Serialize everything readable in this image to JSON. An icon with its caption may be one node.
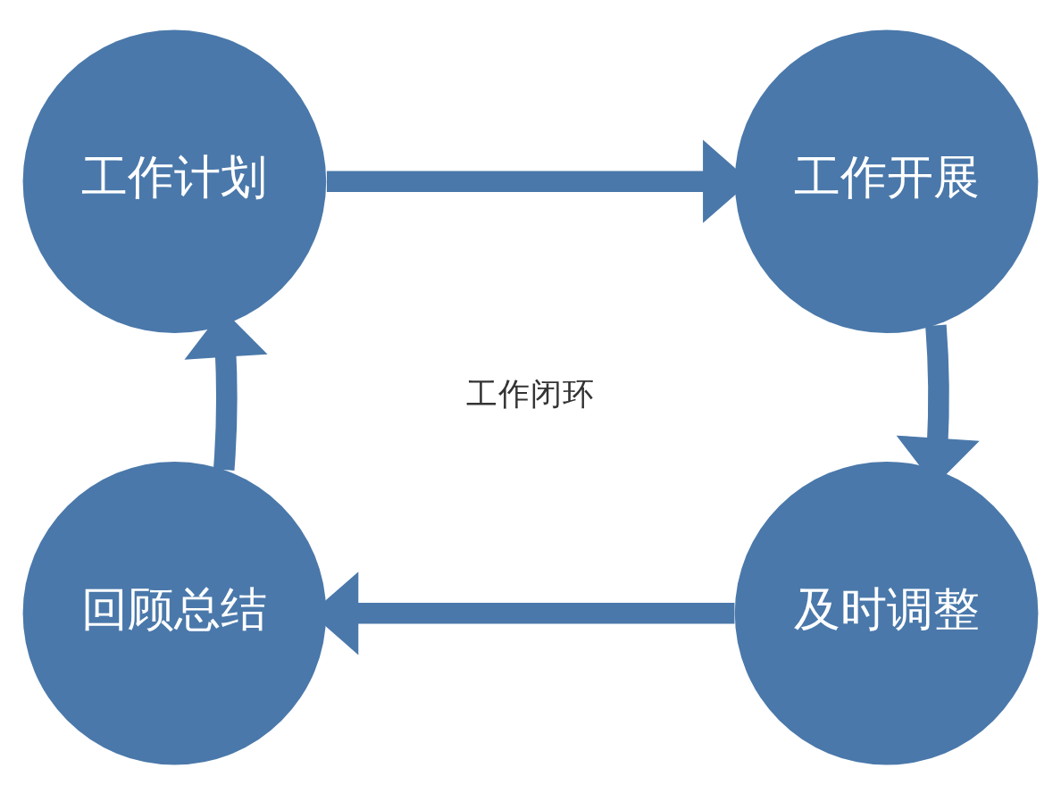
{
  "diagram": {
    "nodes": [
      {
        "text": [
          "工作计划"
        ]
      },
      {
        "text": [
          "工作开展"
        ]
      },
      {
        "text": [
          "及时调整"
        ]
      },
      {
        "text": [
          "回顾总结"
        ]
      }
    ],
    "edges": [
      {
        "from": 0,
        "to": 1,
        "arrow": "to"
      },
      {
        "from": 1,
        "to": 2,
        "arrow": "to"
      },
      {
        "from": 2,
        "to": 3,
        "arrow": "to"
      },
      {
        "from": 3,
        "to": 0,
        "arrow": "to"
      }
    ],
    "labels": [
      "工作闭环"
    ]
  }
}
